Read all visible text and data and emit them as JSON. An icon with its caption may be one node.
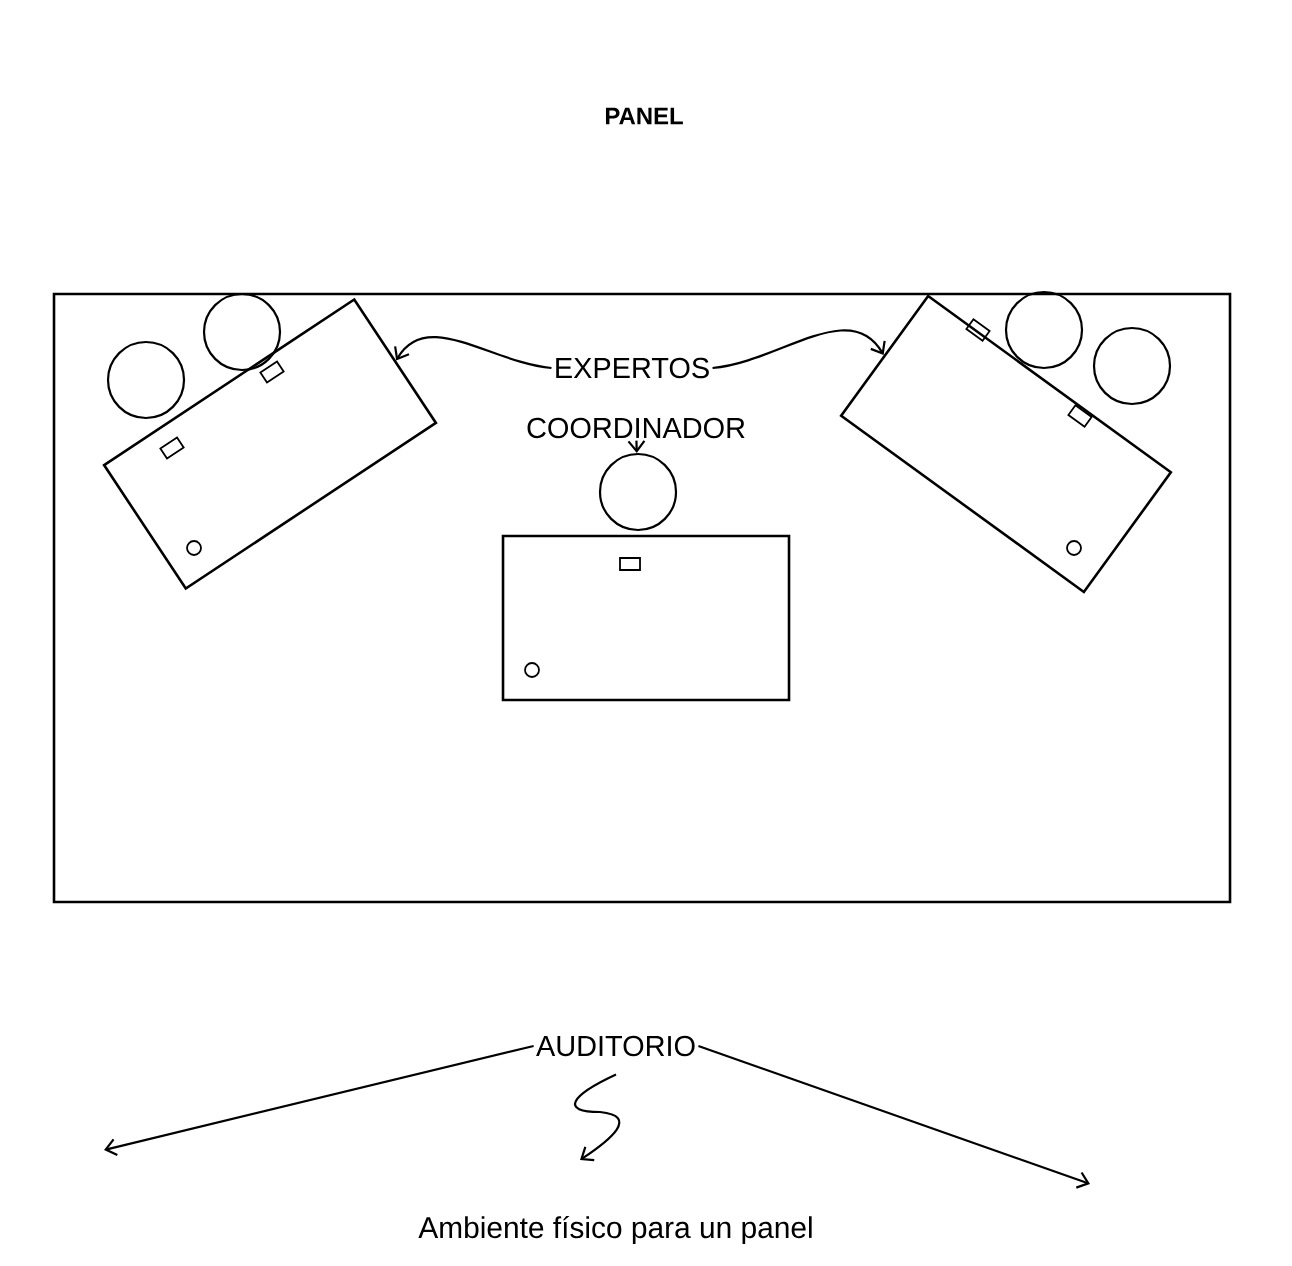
{
  "diagram": {
    "title": "PANEL",
    "caption": "Ambiente físico para un panel",
    "nodes": [
      {
        "text": [],
        "shape": "box"
      },
      {
        "text": [
          "EXPERTOS"
        ],
        "in": 0
      },
      {
        "text": [],
        "shape": "box",
        "in": 0
      },
      {
        "text": [],
        "shape": "circle",
        "in": 0
      },
      {
        "text": [],
        "shape": "circle",
        "in": 0
      },
      {
        "text": [
          "COORDINADOR"
        ],
        "in": 0
      },
      {
        "text": [],
        "shape": "circle",
        "in": 0
      },
      {
        "text": [],
        "shape": "circle",
        "in": 0
      },
      {
        "text": [],
        "shape": "box",
        "in": 0
      },
      {
        "text": [],
        "shape": "circle",
        "in": 0
      },
      {
        "text": [],
        "shape": "box",
        "in": 0
      },
      {
        "text": [
          "AUDITORIO"
        ]
      }
    ],
    "edges": [
      {
        "from": 1,
        "to": 2,
        "arrow": "to"
      },
      {
        "from": 1,
        "to": 8,
        "arrow": "to"
      },
      {
        "from": 5,
        "to": 9,
        "arrow": "to"
      },
      {
        "from": 11,
        "to": null,
        "arrow": "to"
      },
      {
        "from": 11,
        "to": null,
        "arrow": "to"
      },
      {
        "from": 11,
        "to": null,
        "arrow": "to"
      }
    ]
  }
}
